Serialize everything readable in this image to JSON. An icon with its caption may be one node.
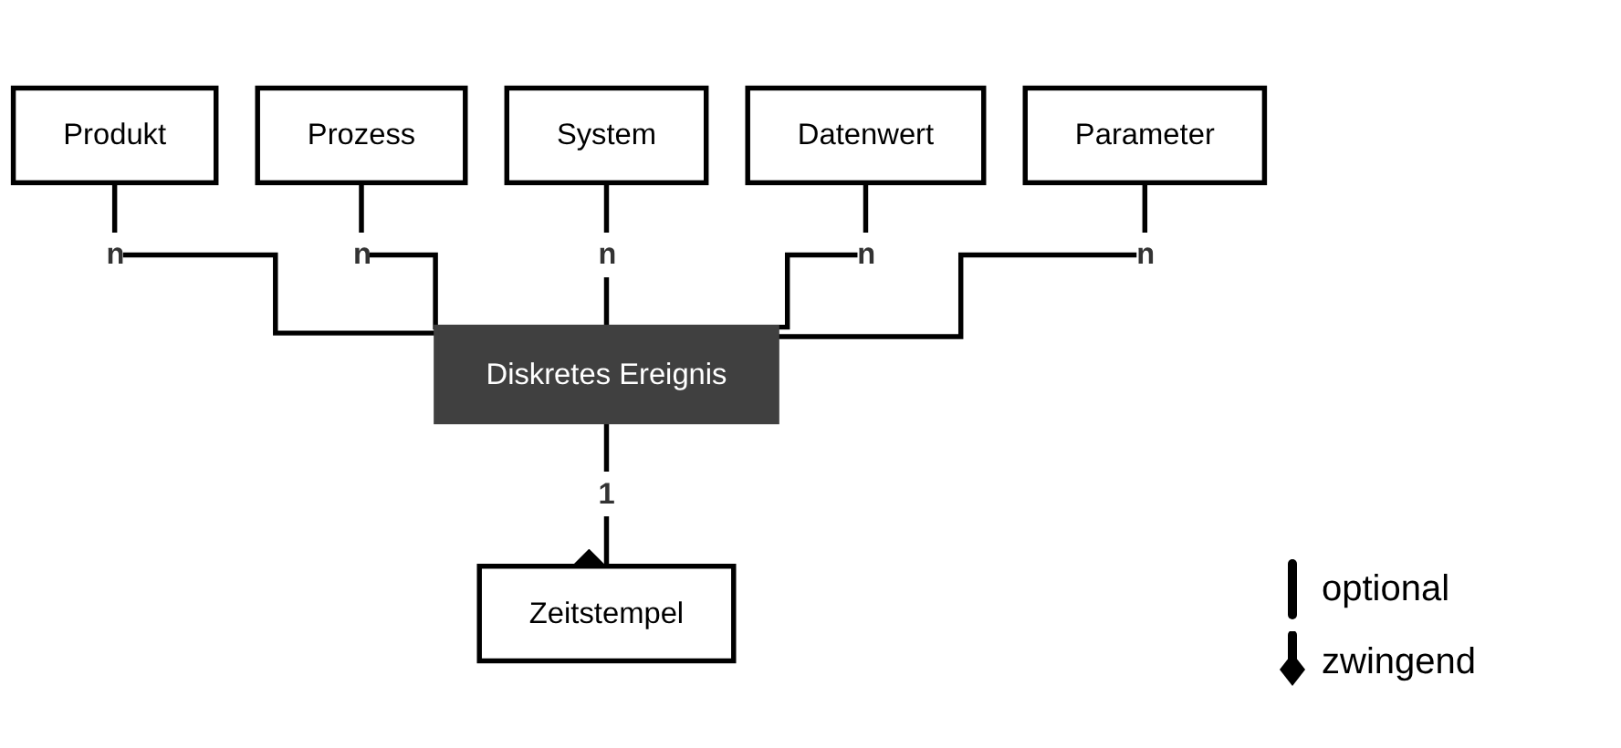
{
  "diagram": {
    "nodes": [
      {
        "text": [
          "Produkt"
        ]
      },
      {
        "text": [
          "Prozess"
        ]
      },
      {
        "text": [
          "System"
        ]
      },
      {
        "text": [
          "Datenwert"
        ]
      },
      {
        "text": [
          "Parameter"
        ]
      },
      {
        "text": [
          "Diskretes Ereignis"
        ]
      },
      {
        "text": [
          "Zeitstempel"
        ]
      }
    ],
    "edges": [
      {
        "from": 0,
        "to": 5,
        "arrow": "none",
        "label": "n"
      },
      {
        "from": 1,
        "to": 5,
        "arrow": "none",
        "label": "n"
      },
      {
        "from": 2,
        "to": 5,
        "arrow": "none",
        "label": "n"
      },
      {
        "from": 3,
        "to": 5,
        "arrow": "none",
        "label": "n"
      },
      {
        "from": 4,
        "to": 5,
        "arrow": "none",
        "label": "n"
      },
      {
        "from": 5,
        "to": 6,
        "arrow": "other",
        "label": "1"
      }
    ],
    "legend": [
      {
        "text": "optional"
      },
      {
        "text": "zwingend"
      }
    ]
  }
}
